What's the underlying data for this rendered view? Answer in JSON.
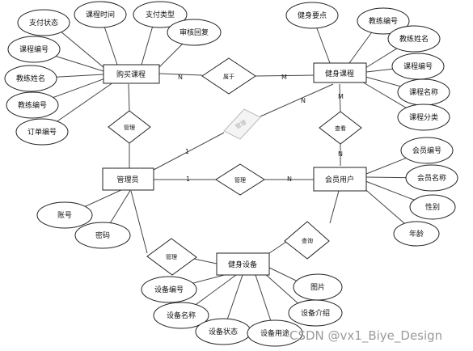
{
  "entities": [
    {
      "id": "purchase",
      "label": "购买课程"
    },
    {
      "id": "course",
      "label": "健身课程"
    },
    {
      "id": "admin",
      "label": "管理员"
    },
    {
      "id": "member",
      "label": "会员用户"
    },
    {
      "id": "equipment",
      "label": "健身设备"
    }
  ],
  "relationships": [
    {
      "id": "r_belong",
      "label": "属于"
    },
    {
      "id": "r_mgmt_purchase",
      "label": "管理"
    },
    {
      "id": "r_mgmt_course",
      "label": "管理"
    },
    {
      "id": "r_view",
      "label": "查看"
    },
    {
      "id": "r_mgmt_member",
      "label": "管理"
    },
    {
      "id": "r_query",
      "label": "查询"
    },
    {
      "id": "r_mgmt_equipment",
      "label": "管理"
    }
  ],
  "attributes": [
    {
      "id": "a_pay_status",
      "label": "支付状态"
    },
    {
      "id": "a_course_time",
      "label": "课程时间"
    },
    {
      "id": "a_pay_type",
      "label": "支付类型"
    },
    {
      "id": "a_review_reply",
      "label": "审核回复"
    },
    {
      "id": "a_p_course_no",
      "label": "课程编号"
    },
    {
      "id": "a_p_coach_name",
      "label": "教练姓名"
    },
    {
      "id": "a_p_coach_no",
      "label": "教练编号"
    },
    {
      "id": "a_order_no",
      "label": "订单编号"
    },
    {
      "id": "a_key_points",
      "label": "健身要点"
    },
    {
      "id": "a_c_coach_no",
      "label": "教练编号"
    },
    {
      "id": "a_c_coach_name",
      "label": "教练姓名"
    },
    {
      "id": "a_c_course_no",
      "label": "课程编号"
    },
    {
      "id": "a_course_name",
      "label": "课程名称"
    },
    {
      "id": "a_course_cat",
      "label": "课程分类"
    },
    {
      "id": "a_member_no",
      "label": "会员编号"
    },
    {
      "id": "a_member_name",
      "label": "会员名称"
    },
    {
      "id": "a_gender",
      "label": "性别"
    },
    {
      "id": "a_age",
      "label": "年龄"
    },
    {
      "id": "a_account",
      "label": "账号"
    },
    {
      "id": "a_password",
      "label": "密码"
    },
    {
      "id": "a_equip_no",
      "label": "设备编号"
    },
    {
      "id": "a_equip_name",
      "label": "设备名称"
    },
    {
      "id": "a_equip_status",
      "label": "设备状态"
    },
    {
      "id": "a_equip_use",
      "label": "设备用途"
    },
    {
      "id": "a_equip_intro",
      "label": "设备介绍"
    },
    {
      "id": "a_picture",
      "label": "图片"
    }
  ],
  "cardinalities": [
    {
      "id": "c1",
      "label": "N"
    },
    {
      "id": "c2",
      "label": "M"
    },
    {
      "id": "c3",
      "label": "N"
    },
    {
      "id": "c4",
      "label": "1"
    },
    {
      "id": "c5",
      "label": "M"
    },
    {
      "id": "c6",
      "label": "N"
    },
    {
      "id": "c7",
      "label": "1"
    },
    {
      "id": "c8",
      "label": "N"
    }
  ],
  "watermark": "CSDN @vx1_Biye_Design"
}
